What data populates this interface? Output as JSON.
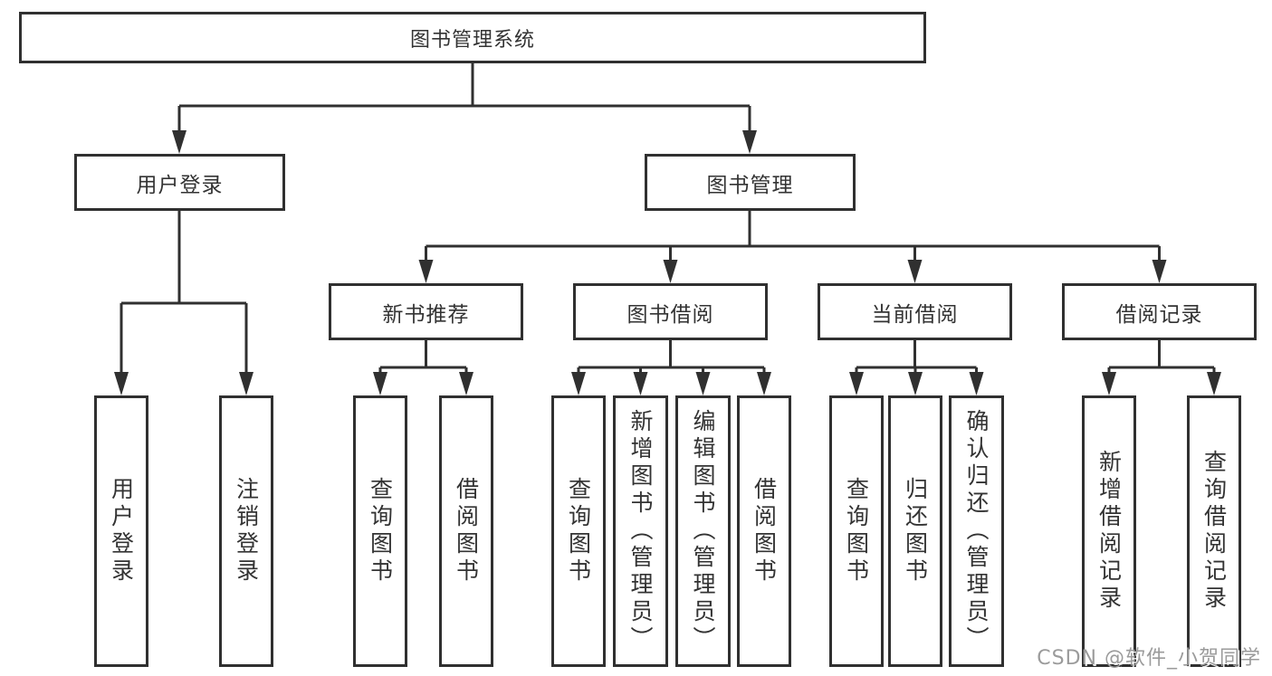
{
  "colors": {
    "line": "#303030",
    "box_border": "#303030",
    "text": "#333333",
    "watermark": "#9b9b9b",
    "background": "#ffffff"
  },
  "watermark": "CSDN @软件_小贺同学",
  "tree": {
    "root": {
      "label": "图书管理系统",
      "children": [
        {
          "label": "用户登录",
          "children": [
            {
              "label": "用户登录"
            },
            {
              "label": "注销登录"
            }
          ]
        },
        {
          "label": "图书管理",
          "children": [
            {
              "label": "新书推荐",
              "children": [
                {
                  "label": "查询图书"
                },
                {
                  "label": "借阅图书"
                }
              ]
            },
            {
              "label": "图书借阅",
              "children": [
                {
                  "label": "查询图书"
                },
                {
                  "label": "新增图书（管理员）"
                },
                {
                  "label": "编辑图书（管理员）"
                },
                {
                  "label": "借阅图书"
                }
              ]
            },
            {
              "label": "当前借阅",
              "children": [
                {
                  "label": "查询图书"
                },
                {
                  "label": "归还图书"
                },
                {
                  "label": "确认归还（管理员）"
                }
              ]
            },
            {
              "label": "借阅记录",
              "children": [
                {
                  "label": "新增借阅记录"
                },
                {
                  "label": "查询借阅记录"
                }
              ]
            }
          ]
        }
      ]
    }
  }
}
